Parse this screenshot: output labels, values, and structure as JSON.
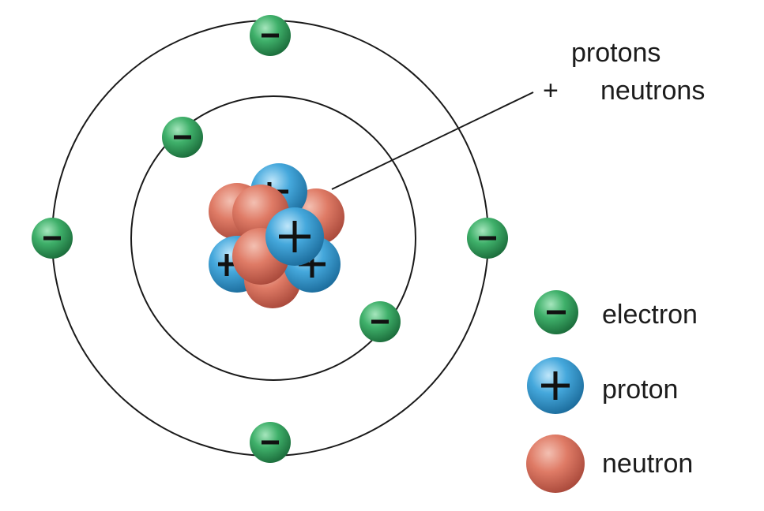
{
  "annotation": {
    "line1": "protons",
    "plus": "+",
    "line2": "neutrons"
  },
  "particles": {
    "electron": {
      "sign": "−",
      "color": "#2e9a58"
    },
    "proton": {
      "sign": "+",
      "color": "#3a9ed4"
    },
    "neutron": {
      "color": "#d86a56"
    }
  },
  "legend": [
    {
      "key": "electron",
      "label": "electron"
    },
    {
      "key": "proton",
      "label": "proton"
    },
    {
      "key": "neutron",
      "label": "neutron"
    }
  ]
}
